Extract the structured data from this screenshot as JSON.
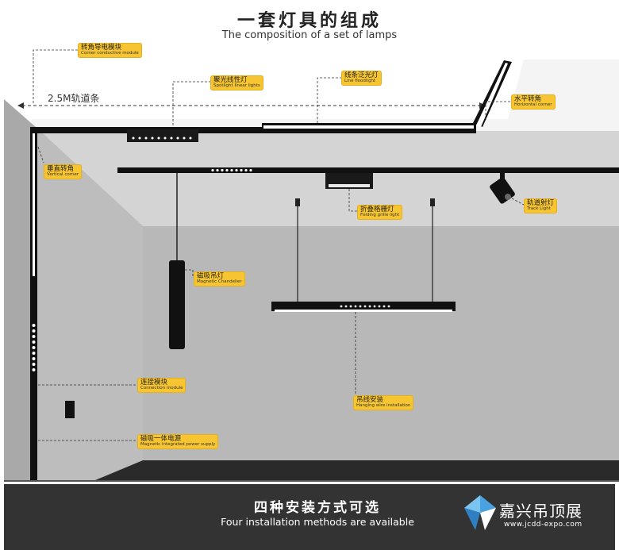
{
  "header": {
    "title_cn": "一套灯具的组成",
    "title_en": "The composition of a set of lamps"
  },
  "measure_label": "2.5M轨道条",
  "labels": {
    "corner_module": {
      "cn": "转角导电模块",
      "en": "Corner conductive module"
    },
    "spotlight_linear": {
      "cn": "聚光线性灯",
      "en": "Spotlight linear lights"
    },
    "line_floodlight": {
      "cn": "线条泛光灯",
      "en": "Line floodlight"
    },
    "horizontal_corner": {
      "cn": "水平转角",
      "en": "Horizontal corner"
    },
    "vertical_corner": {
      "cn": "垂直转角",
      "en": "Vertical corner"
    },
    "folding_grille": {
      "cn": "折叠格栅灯",
      "en": "Folding grille light"
    },
    "track_light": {
      "cn": "轨道射灯",
      "en": "Track Light"
    },
    "magnetic_chandelier": {
      "cn": "磁吸吊灯",
      "en": "Magnetic Chandelier"
    },
    "connection_module": {
      "cn": "连接模块",
      "en": "Connection module"
    },
    "hanging_wire": {
      "cn": "吊线安装",
      "en": "Hanging wire installation"
    },
    "power_supply": {
      "cn": "磁吸一体电源",
      "en": "Magnetic integrated power supply"
    }
  },
  "footer": {
    "title_cn": "四种安装方式可选",
    "title_en": "Four installation methods are available",
    "logo_cn": "嘉兴吊顶展",
    "logo_url": "www.jcdd-expo.com"
  },
  "colors": {
    "ceiling": "#ffffff",
    "back_wall": "#b8b8b8",
    "left_wall": "#a9a9a9",
    "upper_band": "#d4d4d4",
    "track": "#111111",
    "label_bg": "#f7c531",
    "footer_bar": "#333333"
  }
}
